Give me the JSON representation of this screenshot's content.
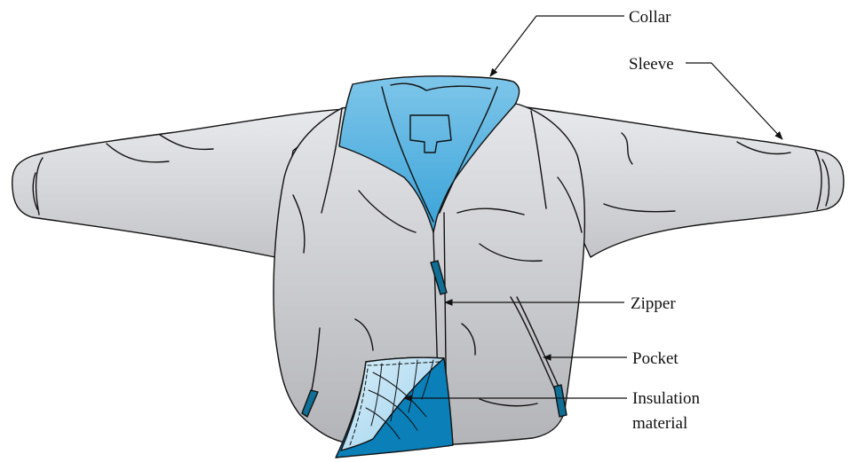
{
  "diagram": {
    "labels": {
      "collar": "Collar",
      "sleeve": "Sleeve",
      "zipper": "Zipper",
      "pocket": "Pocket",
      "insulation_line1": "Insulation",
      "insulation_line2": "material"
    }
  }
}
